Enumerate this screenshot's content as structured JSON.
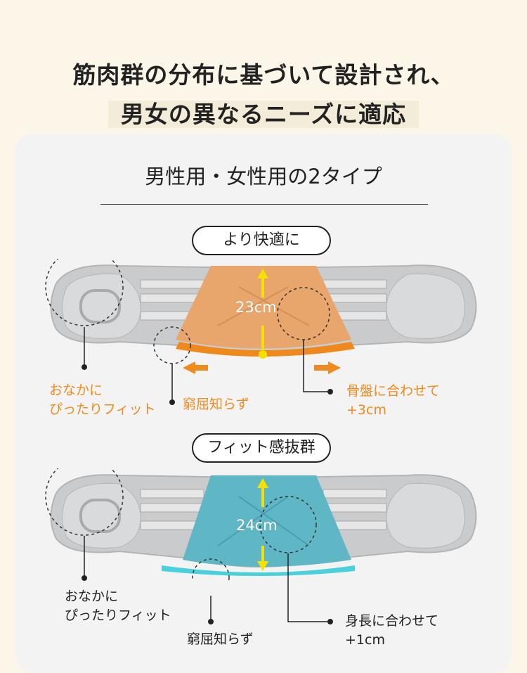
{
  "header": {
    "line1": "筋肉群の分布に基づいて設計され、",
    "line2": "男女の異なるニーズに適応"
  },
  "section_title": "男性用・女性用の2タイプ",
  "variants": [
    {
      "badge": "より快適に",
      "size": "23cm",
      "label_left_line1": "おなかに",
      "label_left_line2": "ぴったりフィット",
      "label_mid": "窮屈知らず",
      "label_right_line1": "骨盤に合わせて",
      "label_right_line2": "+3cm",
      "panel_color": "#e8a56c",
      "edge_color": "#f0891b",
      "label_color": "#f08a1c"
    },
    {
      "badge": "フィット感抜群",
      "size": "24cm",
      "label_left_line1": "おなかに",
      "label_left_line2": "ぴったりフィット",
      "label_mid": "窮屈知らず",
      "label_right_line1": "身長に合わせて",
      "label_right_line2": "+1cm",
      "panel_color": "#5fb6c5",
      "edge_color": "#49d0dc",
      "label_color": "#222222"
    }
  ]
}
